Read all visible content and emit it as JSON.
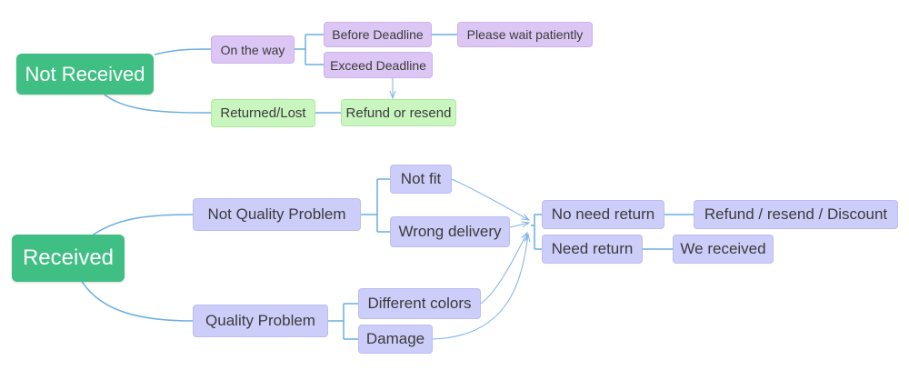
{
  "colors": {
    "root": "#3fbf83",
    "branch_line": "#6aaee0",
    "not_received_subtopic": "#dcc6f4",
    "returned_subtopic": "#c9f5bf",
    "received_subtopic": "#cdcdfa"
  },
  "not_received": {
    "title": "Not Received",
    "on_the_way": "On the way",
    "before_deadline": "Before Deadline",
    "please_wait": "Please wait patiently",
    "exceed_deadline": "Exceed Deadline",
    "returned_lost": "Returned/Lost",
    "refund_or_resend": "Refund or resend"
  },
  "received": {
    "title": "Received",
    "not_quality_problem": "Not Quality Problem",
    "not_fit": "Not fit",
    "wrong_delivery": "Wrong delivery",
    "quality_problem": "Quality Problem",
    "different_colors": "Different colors",
    "damage": "Damage",
    "no_need_return": "No need return",
    "refund_resend_discount": "Refund / resend / Discount",
    "need_return": "Need return",
    "we_received": "We received"
  }
}
